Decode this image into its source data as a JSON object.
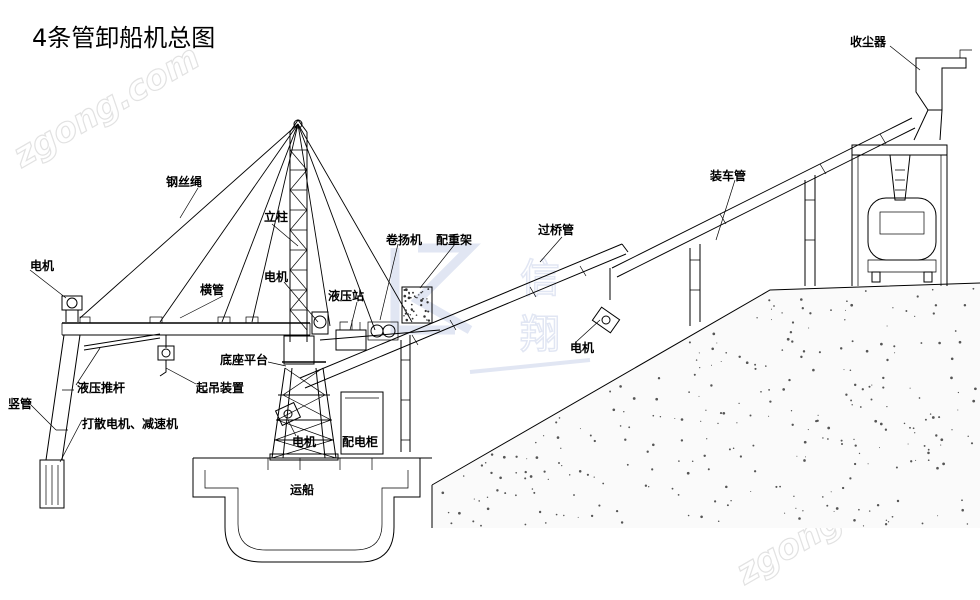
{
  "title": "4条管卸船机总图",
  "watermark": {
    "text": "zgong.com",
    "logo_chars": [
      "信",
      "翔"
    ]
  },
  "labels": {
    "steel_rope": "钢丝绳",
    "column": "立柱",
    "motor_top": "电机",
    "motor_left": "电机",
    "crossbar": "横管",
    "hydraulic_station": "液压站",
    "winch": "卷扬机",
    "counterweight": "配重架",
    "bridge_pipe": "过桥管",
    "loading_pipe": "装车管",
    "dust_collector": "收尘器",
    "motor_right": "电机",
    "base_platform": "底座平台",
    "lifting_device": "起吊装置",
    "hydraulic_rod": "液压推杆",
    "vertical_pipe": "竖管",
    "scatter_motor": "打散电机、减速机",
    "motor_bottom": "电机",
    "power_cabinet": "配电柜",
    "ship": "运船"
  },
  "colors": {
    "line": "#000000",
    "watermark": "#e2e2e2",
    "logo": "#c9d2ea",
    "ground_dot": "#555555"
  }
}
